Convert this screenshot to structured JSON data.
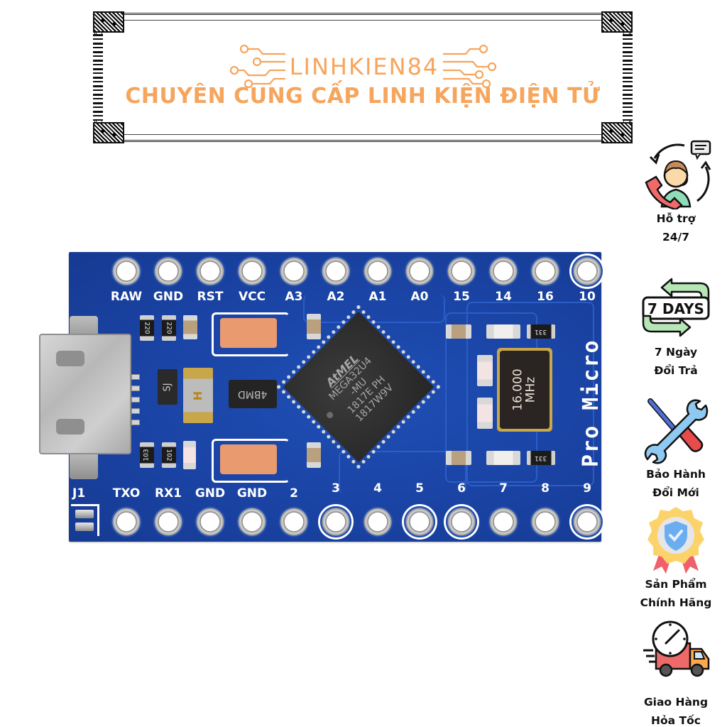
{
  "banner": {
    "brand": "LINHKIEN84",
    "tagline": "CHUYÊN CUNG CẤP LINH KIỆN ĐIỆN TỬ",
    "accent_color": "#f6a55d"
  },
  "features": [
    {
      "icon": "customer-support-icon",
      "line1": "Hỗ trợ",
      "line2": "24/7"
    },
    {
      "icon": "seven-days-return-icon",
      "badge": "7 DAYS",
      "line1": "7 Ngày",
      "line2": "Đổi Trả"
    },
    {
      "icon": "tools-warranty-icon",
      "line1": "Bảo Hành",
      "line2": "Đổi Mới"
    },
    {
      "icon": "genuine-badge-icon",
      "line1": "Sản Phẩm",
      "line2": "Chính Hãng"
    },
    {
      "icon": "fast-delivery-truck-icon",
      "line1": "Giao Hàng",
      "line2": "Hỏa Tốc"
    }
  ],
  "board": {
    "name": "Pro Micro",
    "pcb_color": "#1a43a4",
    "top_pins": [
      "RAW",
      "GND",
      "RST",
      "VCC",
      "A3",
      "A2",
      "A1",
      "A0",
      "15",
      "14",
      "16",
      "10"
    ],
    "bottom_pins": [
      "TXO",
      "RX1",
      "GND",
      "GND",
      "2",
      "3",
      "4",
      "5",
      "6",
      "7",
      "8",
      "9"
    ],
    "jumper_label": "J1",
    "mcu": {
      "brand": "AtMEL",
      "line1": "MEGA32U4",
      "line2": "-MU",
      "line3": "1817E  PH",
      "line4": "1817W9V"
    },
    "crystal": {
      "line1": "16.000",
      "line2": "MHz"
    },
    "regulator_marking": "4BMD",
    "diode_marking": "SJ",
    "fuse_marking": "H",
    "resistors": {
      "top_left_1": "220",
      "top_left_2": "220",
      "bottom_left_1": "103",
      "bottom_left_2": "102",
      "right_top": "331",
      "right_bottom": "331"
    }
  }
}
